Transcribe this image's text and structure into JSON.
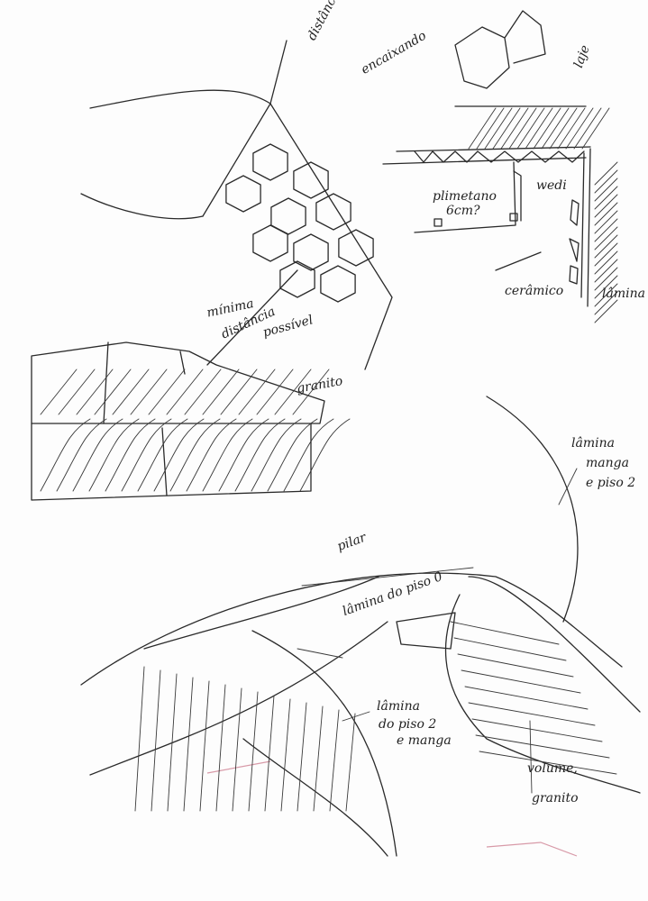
{
  "labels": {
    "distancia": "distância",
    "encaixando": "encaixando",
    "laje": "laje",
    "plimetano": "plimetano",
    "plimetano_size": "6cm?",
    "wedi": "wedi",
    "ceramico": "cerâmico",
    "lamina_top": "lâmina",
    "minima": "mínima",
    "distancia2": "distância",
    "possivel": "possível",
    "granito": "granito",
    "lamina_manga": "lâmina",
    "manga": "manga",
    "e_piso": "e piso 2",
    "pilar": "pilar",
    "lamina_piso0": "lâmina do piso 0",
    "lamina_piso2_1": "lâmina",
    "lamina_piso2_2": "do piso 2",
    "lamina_piso2_3": "e manga",
    "volume": "volume,",
    "volume_granito": "granito"
  },
  "colors": {
    "ink": "#2a2a2a",
    "paper": "#fdfdfd",
    "pink": "#d89aa8"
  }
}
